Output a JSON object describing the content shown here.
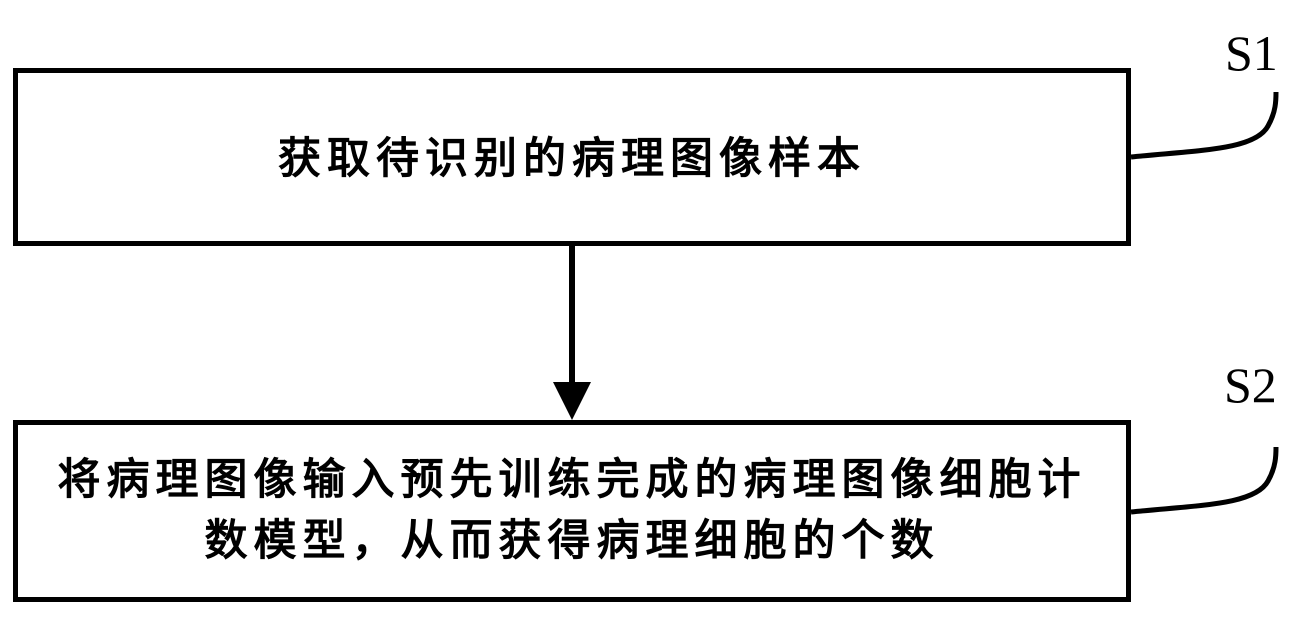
{
  "steps": [
    {
      "label": "S1",
      "text": "获取待识别的病理图像样本"
    },
    {
      "label": "S2",
      "text": "将病理图像输入预先训练完成的病理图像细胞计数模型，从而获得病理细胞的个数"
    }
  ]
}
